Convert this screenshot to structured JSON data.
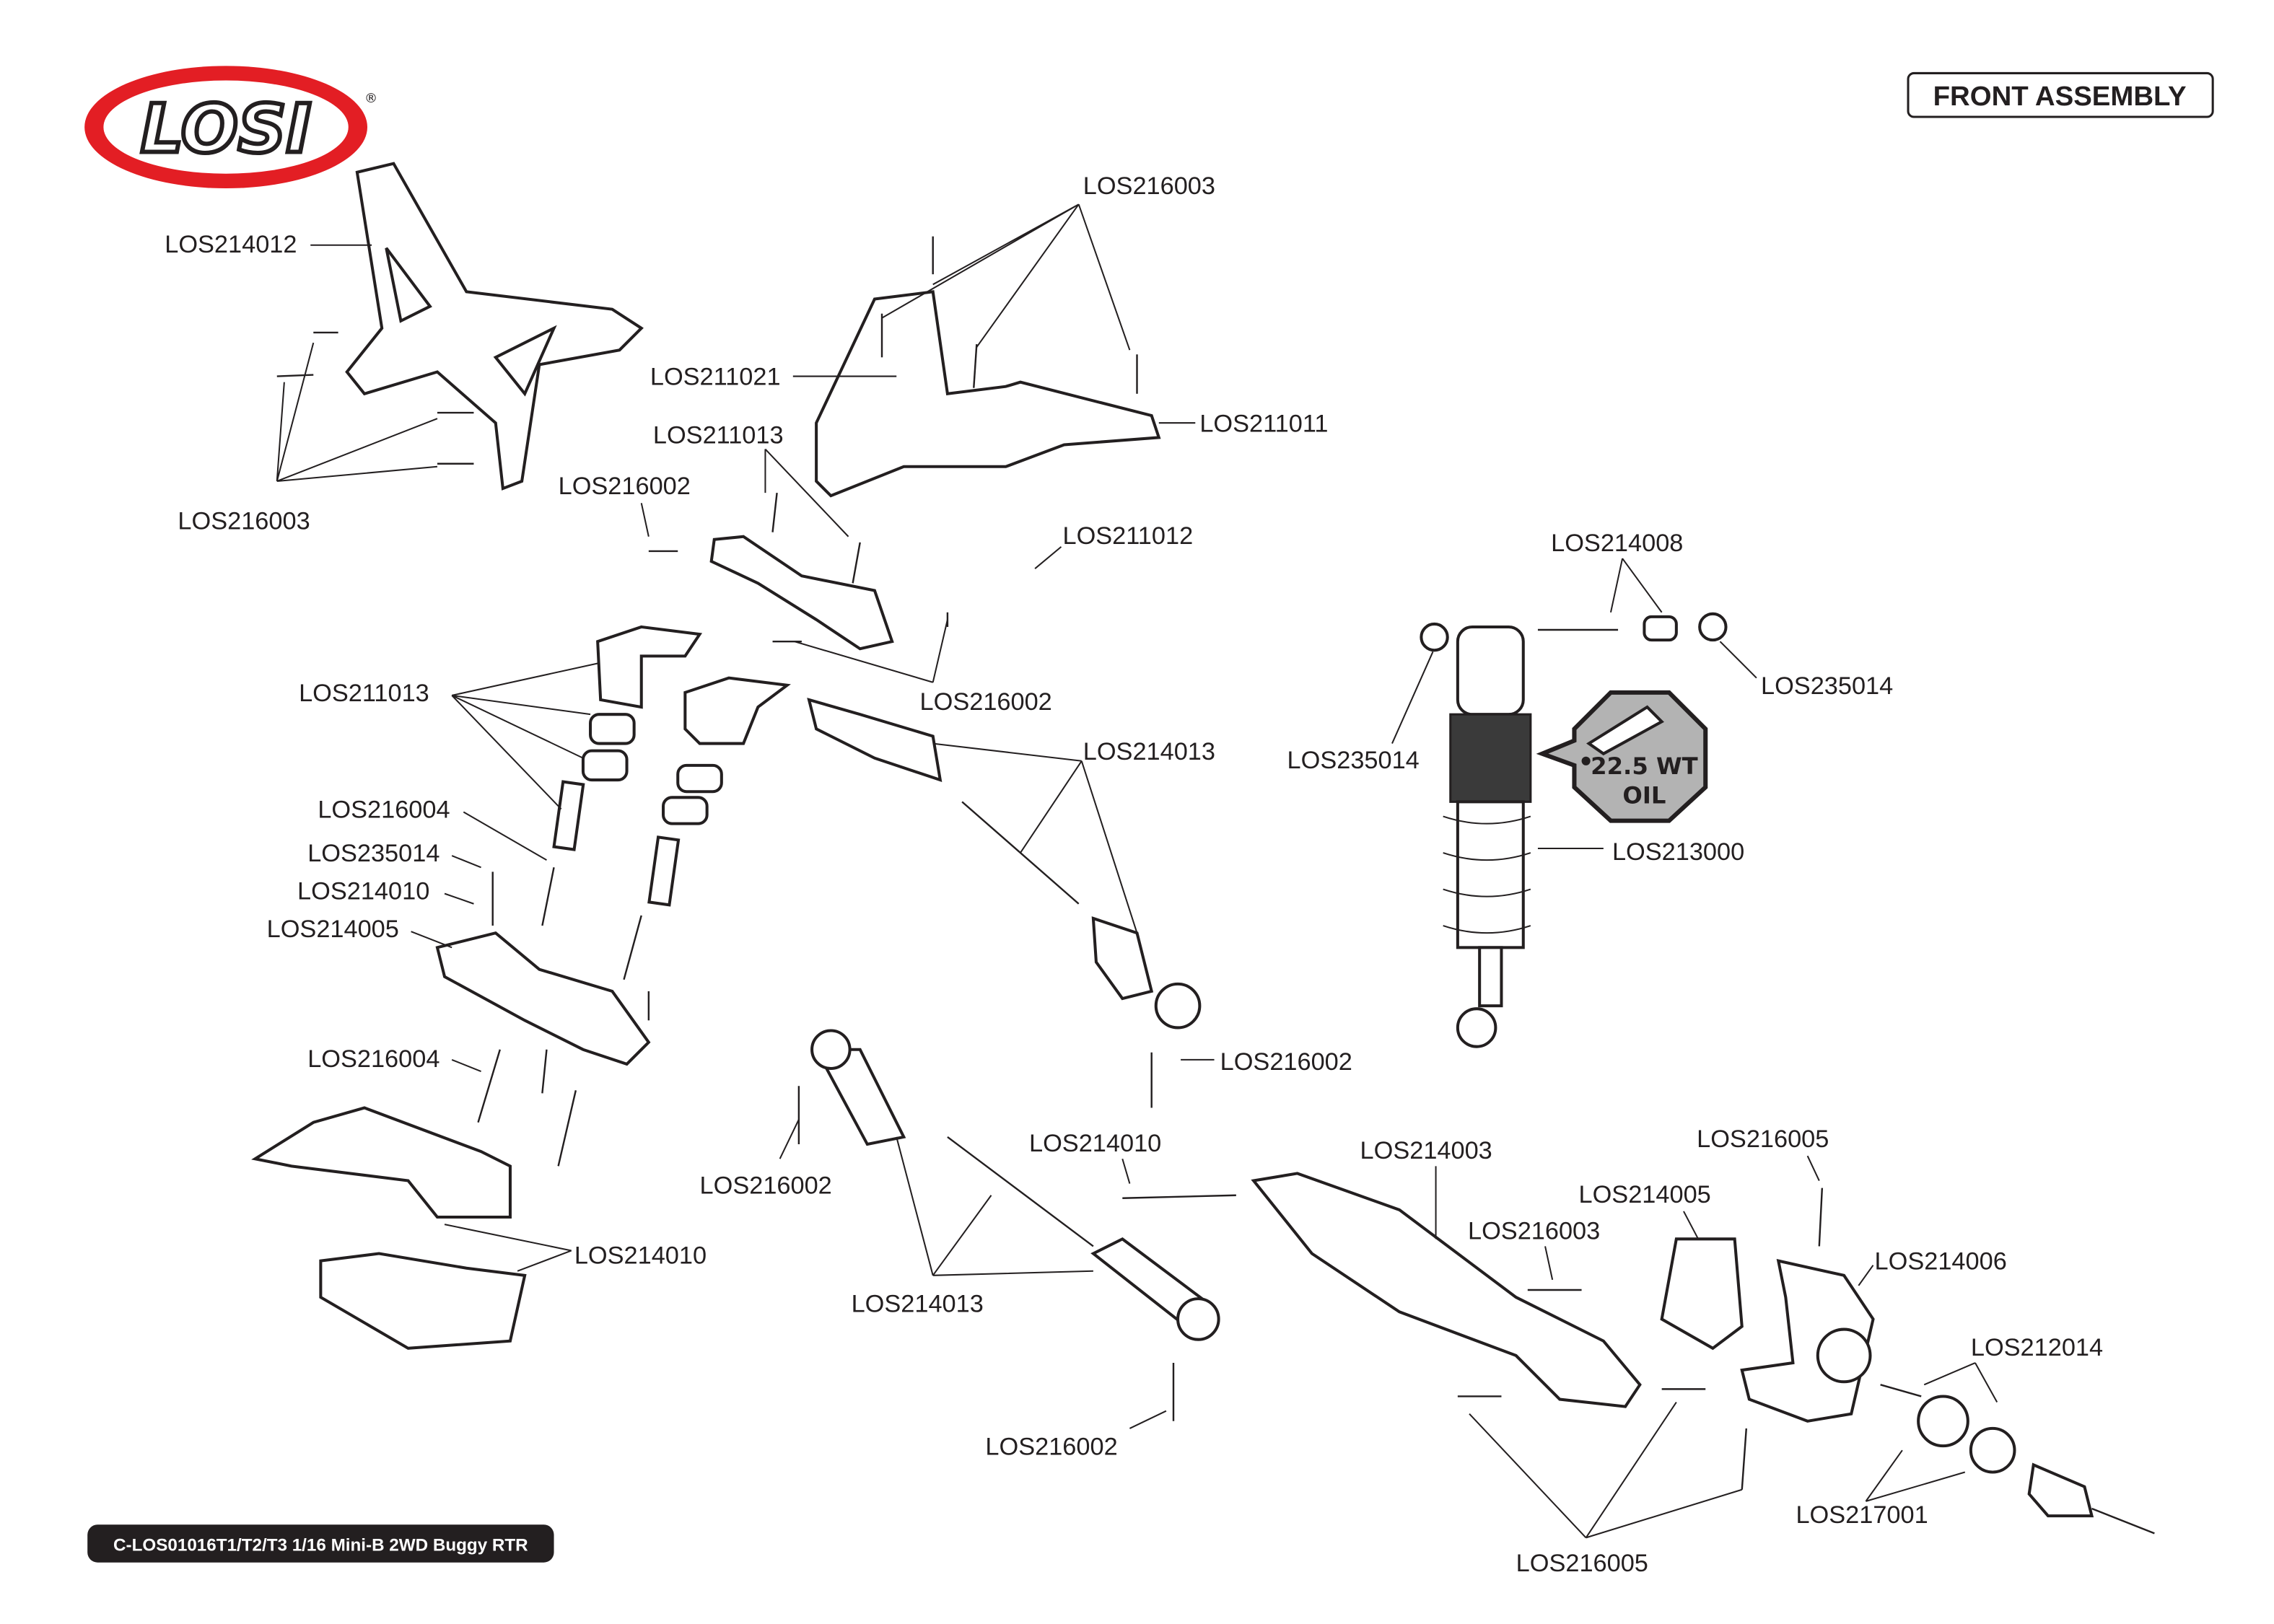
{
  "header": {
    "brand_logo": "LOSI",
    "title": "FRONT ASSEMBLY"
  },
  "footer": {
    "model": "C-LOS01016T1/T2/T3 1/16 Mini-B 2WD Buggy RTR"
  },
  "oil_badge": {
    "line1": "22.5 WT",
    "line2": "OIL",
    "fill_color": "#b3b3b3"
  },
  "labels": [
    "LOS214012",
    "LOS216003",
    "LOS216003",
    "LOS211021",
    "LOS211011",
    "LOS211013",
    "LOS216002",
    "LOS211012",
    "LOS216002",
    "LOS211013",
    "LOS216004",
    "LOS235014",
    "LOS214010",
    "LOS214005",
    "LOS214013",
    "LOS214008",
    "LOS235014",
    "LOS235014",
    "LOS213000",
    "LOS216004",
    "LOS216002",
    "LOS214010",
    "LOS214003",
    "LOS216005",
    "LOS214005",
    "LOS216003",
    "LOS214006",
    "LOS212014",
    "LOS216002",
    "LOS214010",
    "LOS214013",
    "LOS216002",
    "LOS217001",
    "LOS216005"
  ],
  "colors": {
    "logo_red": "#e31e24",
    "ink": "#231f20"
  }
}
